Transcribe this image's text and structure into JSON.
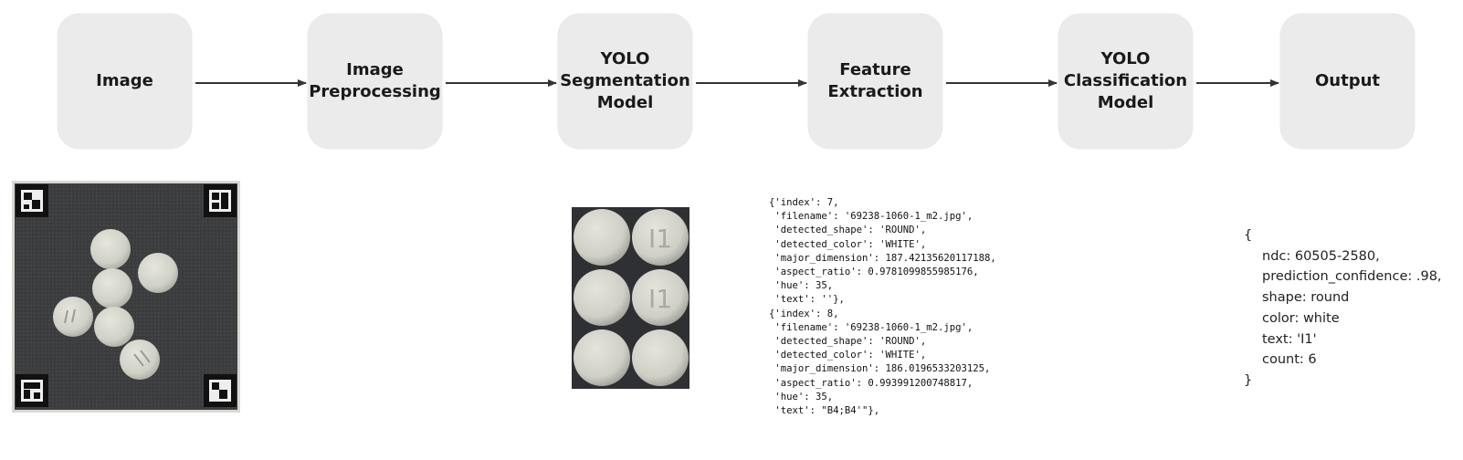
{
  "pipeline": {
    "nodes": [
      {
        "id": "image",
        "label": "Image"
      },
      {
        "id": "preprocessing",
        "label": "Image\nPreprocessing"
      },
      {
        "id": "segmentation",
        "label": "YOLO\nSegmentation\nModel"
      },
      {
        "id": "feature-extraction",
        "label": "Feature\nExtraction"
      },
      {
        "id": "classification",
        "label": "YOLO\nClassification\nModel"
      },
      {
        "id": "output",
        "label": "Output"
      }
    ],
    "edges": [
      [
        "image",
        "preprocessing"
      ],
      [
        "preprocessing",
        "segmentation"
      ],
      [
        "segmentation",
        "feature-extraction"
      ],
      [
        "feature-extraction",
        "classification"
      ],
      [
        "classification",
        "output"
      ]
    ]
  },
  "feature_output": {
    "lines": [
      "{'index': 7,",
      " 'filename': '69238-1060-1_m2.jpg',",
      " 'detected_shape': 'ROUND',",
      " 'detected_color': 'WHITE',",
      " 'major_dimension': 187.42135620117188,",
      " 'aspect_ratio': 0.9781099855985176,",
      " 'hue': 35,",
      " 'text': ''},",
      "{'index': 8,",
      " 'filename': '69238-1060-1_m2.jpg',",
      " 'detected_shape': 'ROUND',",
      " 'detected_color': 'WHITE',",
      " 'major_dimension': 186.0196533203125,",
      " 'aspect_ratio': 0.993991200748817,",
      " 'hue': 35,",
      " 'text': \"B4;B4'\"},"
    ]
  },
  "final_output": {
    "open": "{",
    "fields": [
      "ndc: 60505-2580,",
      "prediction_confidence: .98,",
      "shape: round",
      "color: white",
      "text: 'I1'",
      "count: 6"
    ],
    "close": "}"
  },
  "pill_imprint": "I1"
}
